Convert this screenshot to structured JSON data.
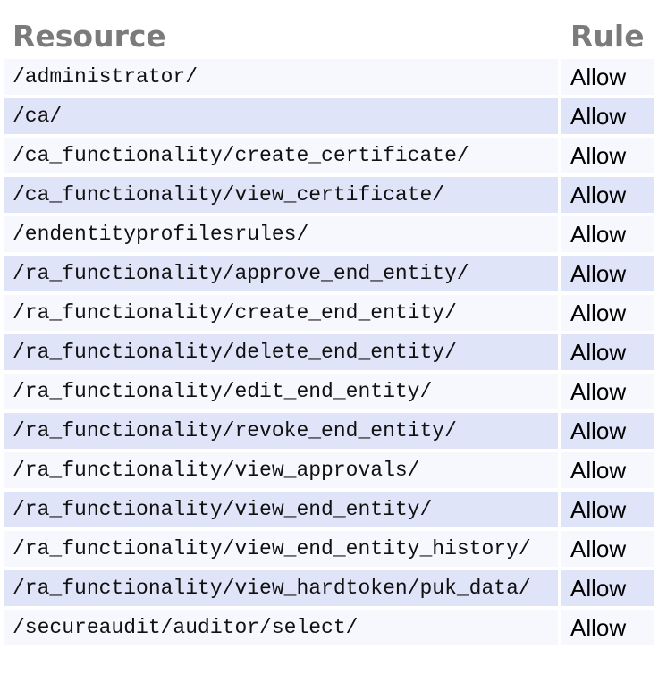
{
  "table": {
    "headers": {
      "resource": "Resource",
      "rule": "Rule"
    },
    "rows": [
      {
        "resource": "/administrator/",
        "rule": "Allow"
      },
      {
        "resource": "/ca/",
        "rule": "Allow"
      },
      {
        "resource": "/ca_functionality/create_certificate/",
        "rule": "Allow"
      },
      {
        "resource": "/ca_functionality/view_certificate/",
        "rule": "Allow"
      },
      {
        "resource": "/endentityprofilesrules/",
        "rule": "Allow"
      },
      {
        "resource": "/ra_functionality/approve_end_entity/",
        "rule": "Allow"
      },
      {
        "resource": "/ra_functionality/create_end_entity/",
        "rule": "Allow"
      },
      {
        "resource": "/ra_functionality/delete_end_entity/",
        "rule": "Allow"
      },
      {
        "resource": "/ra_functionality/edit_end_entity/",
        "rule": "Allow"
      },
      {
        "resource": "/ra_functionality/revoke_end_entity/",
        "rule": "Allow"
      },
      {
        "resource": "/ra_functionality/view_approvals/",
        "rule": "Allow"
      },
      {
        "resource": "/ra_functionality/view_end_entity/",
        "rule": "Allow"
      },
      {
        "resource": "/ra_functionality/view_end_entity_history/",
        "rule": "Allow"
      },
      {
        "resource": "/ra_functionality/view_hardtoken/puk_data/",
        "rule": "Allow"
      },
      {
        "resource": "/secureaudit/auditor/select/",
        "rule": "Allow"
      }
    ]
  },
  "colors": {
    "row_light": "#f7f8fd",
    "row_lavender": "#e0e4f8",
    "header_text": "#7b7b7b",
    "cell_text": "#111111",
    "page_background": "#ffffff"
  }
}
